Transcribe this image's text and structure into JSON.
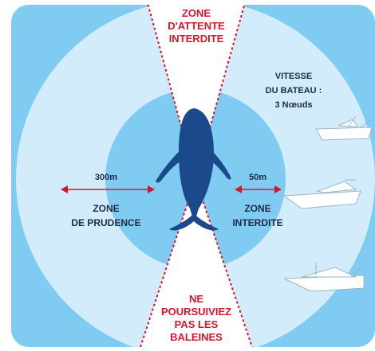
{
  "colors": {
    "outer_sea": "#7fcbf1",
    "prudence_zone": "#d3ecfb",
    "forbidden_zone": "#7fcbf1",
    "whale": "#1a4a8c",
    "wedge": "#ffffff",
    "wedge_border": "#d8142a",
    "red_text": "#d8142a",
    "dark_text": "#1e2a4a"
  },
  "top_wedge": {
    "lines": [
      "ZONE",
      "D'ATTENTE",
      "INTERDITE"
    ]
  },
  "bottom_wedge": {
    "lines": [
      "NE",
      "POURSUIVIEZ",
      "PAS LES",
      "BALEINES"
    ]
  },
  "speed": {
    "lines": [
      "VITESSE",
      "DU BATEAU :"
    ],
    "value": "3 Nœuds"
  },
  "prudence": {
    "distance": "300m",
    "lines": [
      "ZONE",
      "DE PRUDENCE"
    ]
  },
  "forbidden": {
    "distance": "50m",
    "lines": [
      "ZONE",
      "INTERDITE"
    ]
  },
  "icons": [
    "whale-icon",
    "sailboat-icon",
    "motorboat-icon",
    "yacht-icon"
  ]
}
